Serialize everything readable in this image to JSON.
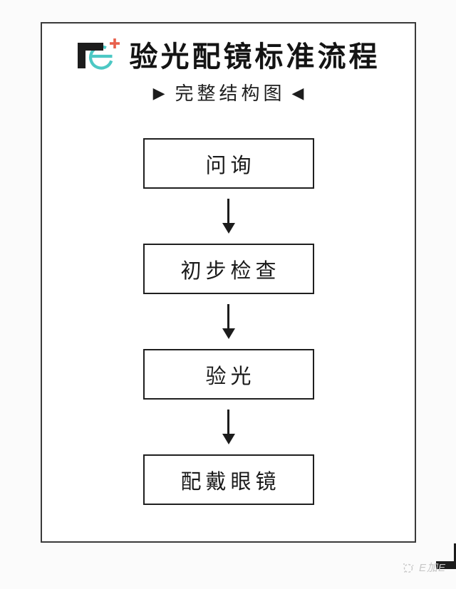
{
  "page": {
    "background_color": "#fbfbfb",
    "card_background": "#ffffff",
    "card_border_color": "#3a3a3a",
    "corner_mark_color": "#1c1c1c"
  },
  "header": {
    "logo": {
      "name": "e-plus-logo",
      "circle_color": "#4cc8c4",
      "plus_color": "#e8604c"
    },
    "title": "验光配镜标准流程",
    "subtitle": "完整结构图",
    "subtitle_left_marker": "▶",
    "subtitle_right_marker": "◀"
  },
  "flowchart": {
    "direction": "top-down",
    "steps": [
      {
        "label": "问询"
      },
      {
        "label": "初步检查"
      },
      {
        "label": "验光"
      },
      {
        "label": "配戴眼镜"
      }
    ]
  },
  "watermark": {
    "text": "E加E",
    "color": "#c6c6c6"
  }
}
